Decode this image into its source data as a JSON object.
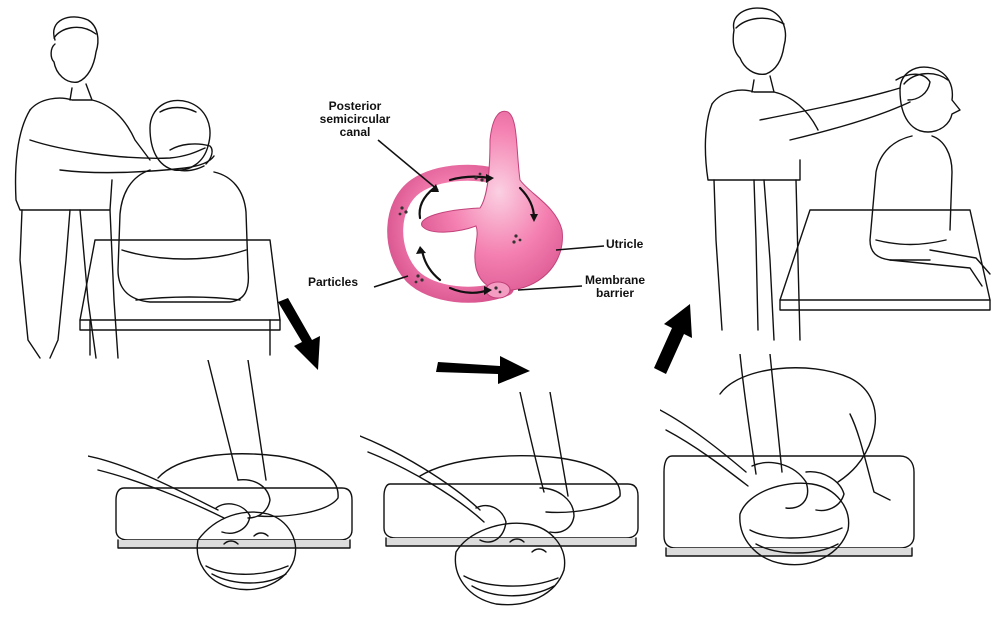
{
  "labels": {
    "posterior_canal_line1": "Posterior",
    "posterior_canal_line2": "semicircular",
    "posterior_canal_line3": "canal",
    "utricle": "Utricle",
    "membrane_barrier_line1": "Membrane",
    "membrane_barrier_line2": "barrier",
    "particles": "Particles"
  },
  "colors": {
    "canal_fill": "#f47fb0",
    "canal_light": "#f9b7d3",
    "canal_dark": "#d9558f",
    "ink": "#111111",
    "sheet_shadow": "#dcdcdc"
  },
  "icons": {
    "step_arrow": "thick-black-arrow",
    "flow_arrow": "black-curved-arrow",
    "particle": "dot-cluster"
  }
}
